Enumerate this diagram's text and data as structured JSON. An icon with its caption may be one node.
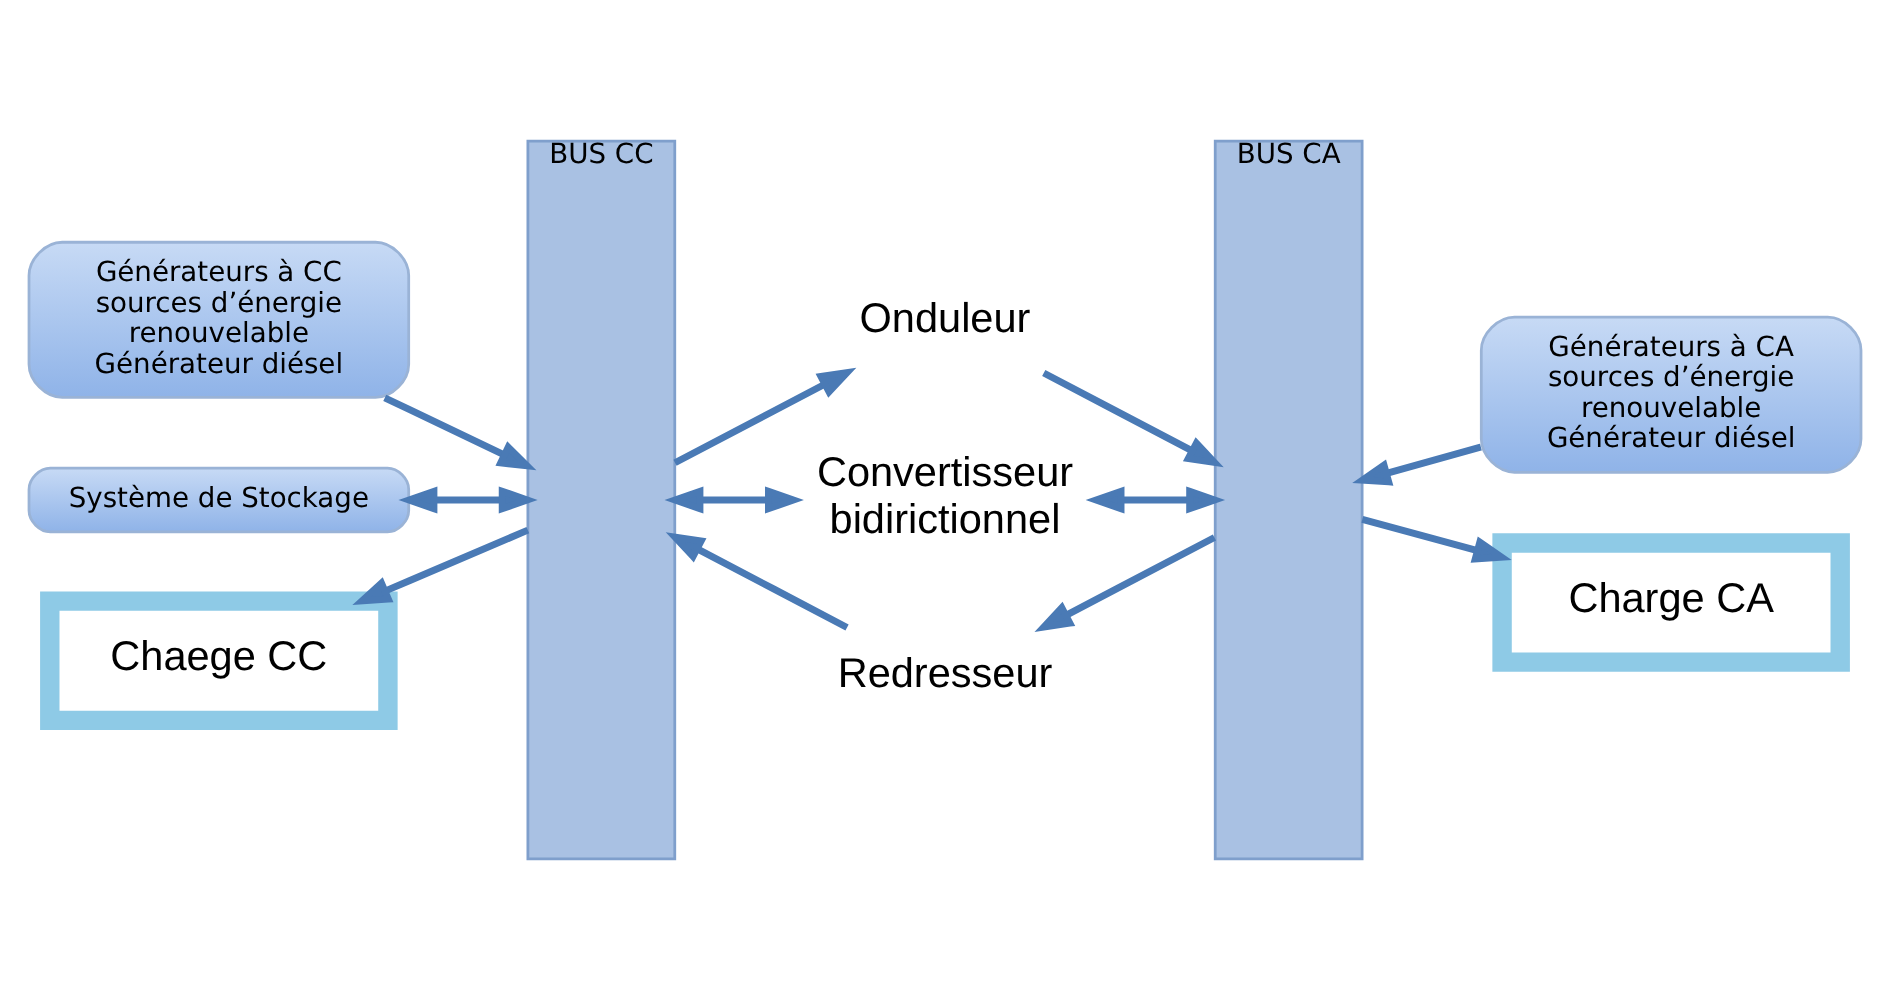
{
  "diagram": {
    "nodes": [
      {
        "text": [
          "BUS CC"
        ]
      },
      {
        "text": [
          "BUS CA"
        ]
      },
      {
        "text": [
          "Générateurs à CC sources d’énergie renouvelable Générateur diésel"
        ]
      },
      {
        "text": [
          "Onduleur"
        ]
      },
      {
        "text": [
          "Générateurs à CA sources d’énergie renouvelable Générateur diésel"
        ]
      },
      {
        "text": [
          "Convertisseur bidirictionnel"
        ]
      },
      {
        "text": [
          "Système de Stockage"
        ]
      },
      {
        "text": [
          "Chaege CC"
        ]
      },
      {
        "text": [
          "Redresseur"
        ]
      },
      {
        "text": [
          "Charge CA"
        ]
      }
    ],
    "edges": [
      {
        "from": 2,
        "to": 0,
        "arrow": "to"
      },
      {
        "from": 0,
        "to": 3,
        "arrow": "to"
      },
      {
        "from": 3,
        "to": 1,
        "arrow": "to"
      },
      {
        "from": 4,
        "to": 1,
        "arrow": "to"
      },
      {
        "from": 6,
        "to": 0,
        "arrow": "both"
      },
      {
        "from": 0,
        "to": 5,
        "arrow": "both"
      },
      {
        "from": 5,
        "to": 1,
        "arrow": "both"
      },
      {
        "from": 0,
        "to": 7,
        "arrow": "to"
      },
      {
        "from": 8,
        "to": 0,
        "arrow": "to"
      },
      {
        "from": 1,
        "to": 8,
        "arrow": "to"
      },
      {
        "from": 1,
        "to": 9,
        "arrow": "to"
      }
    ]
  }
}
